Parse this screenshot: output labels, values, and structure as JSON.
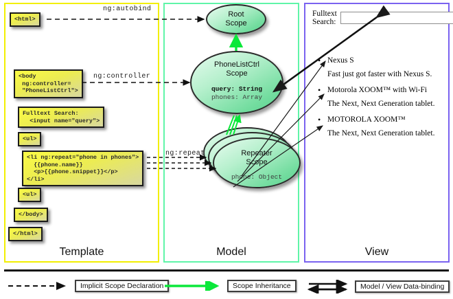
{
  "columns": [
    {
      "id": "template",
      "label": "Template",
      "border_color": "#f2ef00"
    },
    {
      "id": "model",
      "label": "Model",
      "border_color": "#5ff5a8"
    },
    {
      "id": "view",
      "label": "View",
      "border_color": "#7a62f0"
    }
  ],
  "template": {
    "blocks": [
      {
        "id": "html-open",
        "code": "<html>"
      },
      {
        "id": "body-open",
        "code": "<body\n ng:controller=\n \"PhoneListCtrl\">"
      },
      {
        "id": "fulltext-search",
        "code": "Fulltext Search:\n  <input name=\"query\">"
      },
      {
        "id": "ul-open",
        "code": "<ul>"
      },
      {
        "id": "li-repeat",
        "code": "<li ng:repeat=\"phone in phones\">\n  {{phone.name}}\n  <p>{{phone.snippet}}</p>\n</li>"
      },
      {
        "id": "ul-close",
        "code": "<ul>"
      },
      {
        "id": "body-close",
        "code": "</body>"
      },
      {
        "id": "html-close",
        "code": "</html>"
      }
    ]
  },
  "model": {
    "scopes": [
      {
        "id": "root-scope",
        "title_line1": "Root",
        "title_line2": "Scope",
        "props": []
      },
      {
        "id": "phonelistctrl-scope",
        "title_line1": "PhoneListCtrl",
        "title_line2": "Scope",
        "props": [
          {
            "text": "query: String",
            "bold": true
          },
          {
            "text": "phones: Array",
            "bold": false
          }
        ]
      },
      {
        "id": "repeater-scope",
        "title_line1": "Repeater",
        "title_line2": "Scope",
        "props": [
          {
            "text": "phone: Object",
            "bold": false
          }
        ],
        "stacked_count": 3
      }
    ]
  },
  "connectors": {
    "autobind_label": "ng:autobind",
    "controller_label": "ng:controller",
    "repeat_label": "ng:repeat"
  },
  "view": {
    "search_label": "Fulltext Search:",
    "search_value": "",
    "search_placeholder": "",
    "phones": [
      {
        "name": "Nexus S",
        "snippet": "Fast just got faster with Nexus S."
      },
      {
        "name": "Motorola XOOM™  with Wi-Fi",
        "snippet": "The Next, Next Generation tablet."
      },
      {
        "name": "MOTOROLA XOOM™",
        "snippet": "The Next, Next Generation tablet."
      }
    ]
  },
  "legend": [
    {
      "id": "implicit-scope-declaration",
      "label": "Implicit Scope Declaration",
      "style": "dashed-black"
    },
    {
      "id": "scope-inheritance",
      "label": "Scope Inheritance",
      "style": "solid-green"
    },
    {
      "id": "model-view-data-binding",
      "label": "Model / View Data-binding",
      "style": "double-black"
    }
  ],
  "colors": {
    "template_border": "#f2ef00",
    "model_border": "#5ff5a8",
    "view_border": "#7a62f0",
    "inheritance_arrow": "#0BE83A",
    "code_block_fill": "#ecec52",
    "scope_fill": "#74dda0"
  }
}
